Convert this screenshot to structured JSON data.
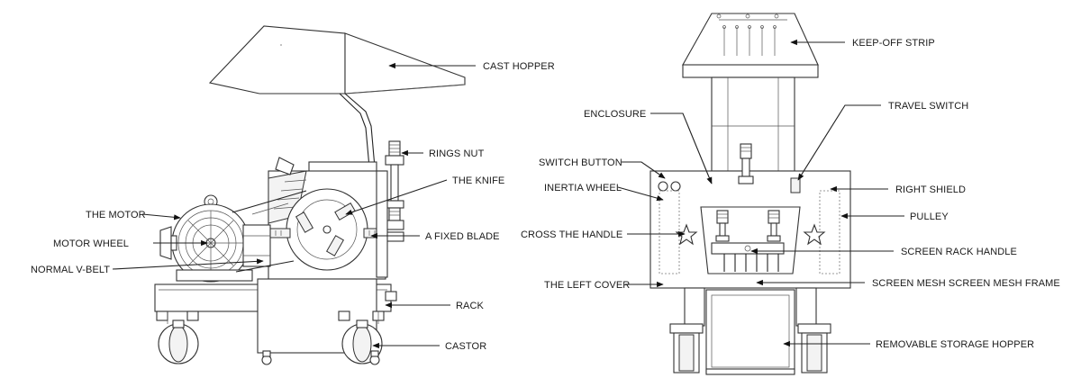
{
  "left_view": {
    "labels": {
      "cast_hopper": "CAST HOPPER",
      "rings_nut": "RINGS NUT",
      "the_knife": "THE KNIFE",
      "the_motor": "THE MOTOR",
      "motor_wheel": "MOTOR WHEEL",
      "a_fixed_blade": "A FIXED BLADE",
      "normal_v_belt": "NORMAL V-BELT",
      "rack": "RACK",
      "castor": "CASTOR"
    }
  },
  "right_view": {
    "labels": {
      "keep_off_strip": "KEEP-OFF STRIP",
      "enclosure": "ENCLOSURE",
      "travel_switch": "TRAVEL SWITCH",
      "switch_button": "SWITCH BUTTON",
      "inertia_wheel": "INERTIA WHEEL",
      "right_shield": "RIGHT SHIELD",
      "pulley": "PULLEY",
      "cross_the_handle": "CROSS THE HANDLE",
      "screen_rack_handle": "SCREEN RACK HANDLE",
      "the_left_cover": "THE LEFT COVER",
      "screen_mesh_frame": "SCREEN MESH SCREEN MESH FRAME",
      "removable_storage_hopper": "REMOVABLE STORAGE HOPPER"
    }
  }
}
